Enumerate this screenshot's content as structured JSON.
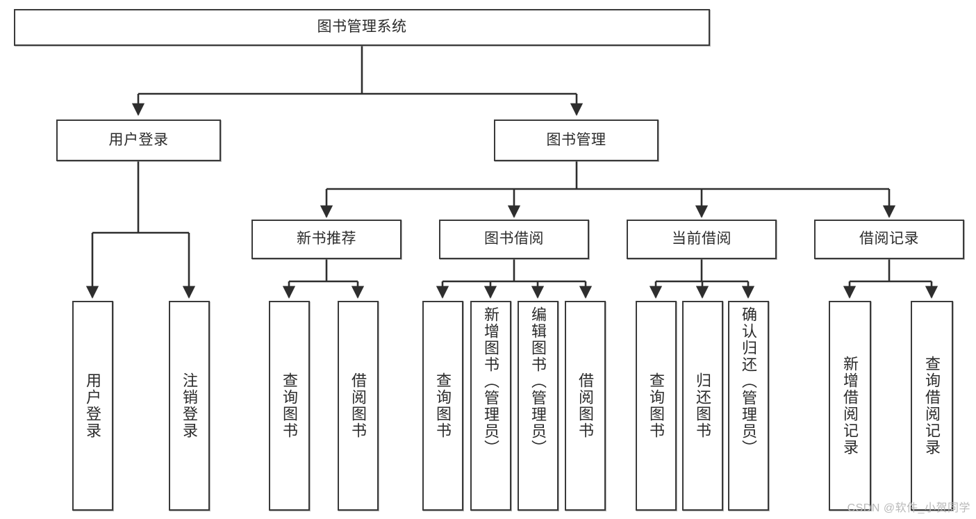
{
  "diagram": {
    "title": "图书管理系统",
    "watermark": "CSDN @软件_小贺同学",
    "colors": {
      "box_border": "#3a3a3a",
      "box_fill": "#ffffff",
      "line": "#2e2e2e",
      "text": "#2b2b2b",
      "watermark": "#b9b9b9",
      "background": "#ffffff"
    },
    "root": {
      "label": "图书管理系统"
    },
    "level2": [
      {
        "label": "用户登录"
      },
      {
        "label": "图书管理"
      }
    ],
    "level3": [
      {
        "label": "新书推荐"
      },
      {
        "label": "图书借阅"
      },
      {
        "label": "当前借阅"
      },
      {
        "label": "借阅记录"
      }
    ],
    "leaves": {
      "user_login": [
        {
          "label": "用户登录"
        },
        {
          "label": "注销登录"
        }
      ],
      "new_book_recommend": [
        {
          "label": "查询图书"
        },
        {
          "label": "借阅图书"
        }
      ],
      "book_borrow": [
        {
          "label": "查询图书"
        },
        {
          "label": "新增图书（管理员）"
        },
        {
          "label": "编辑图书（管理员）"
        },
        {
          "label": "借阅图书"
        }
      ],
      "current_borrow": [
        {
          "label": "查询图书"
        },
        {
          "label": "归还图书"
        },
        {
          "label": "确认归还（管理员）"
        }
      ],
      "borrow_record": [
        {
          "label": "新增借阅记录"
        },
        {
          "label": "查询借阅记录"
        }
      ]
    }
  }
}
